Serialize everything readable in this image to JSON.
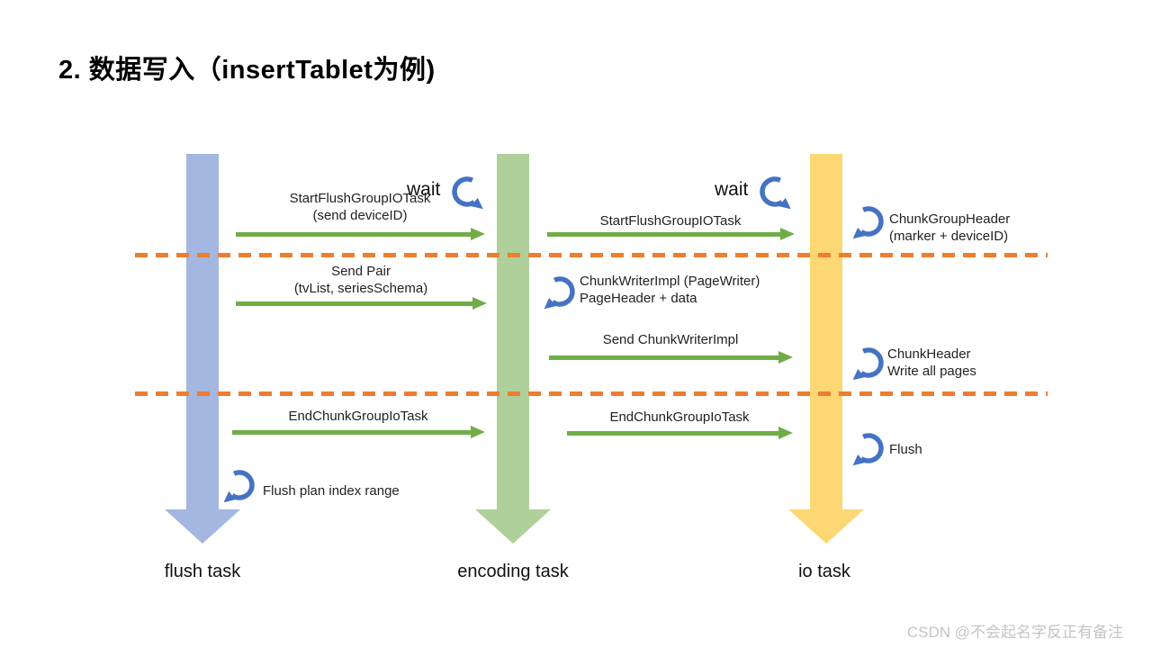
{
  "title": "2.  数据写入（insertTablet为例)",
  "wait_label": "wait",
  "lanes": [
    {
      "label": "flush task"
    },
    {
      "label": "encoding task"
    },
    {
      "label": "io task"
    }
  ],
  "messages": [
    {
      "line1": "StartFlushGroupIOTask",
      "line2": "(send deviceID)"
    },
    {
      "line1": "StartFlushGroupIOTask"
    },
    {
      "line1": "Send Pair",
      "line2": "(tvList,  seriesSchema)"
    },
    {
      "line1": "Send ChunkWriterImpl"
    },
    {
      "line1": "EndChunkGroupIoTask"
    },
    {
      "line1": "EndChunkGroupIoTask"
    }
  ],
  "annotations": [
    {
      "line1": "ChunkGroupHeader",
      "line2": "(marker + deviceID)"
    },
    {
      "line1": "ChunkWriterImpl  (PageWriter)",
      "line2": "PageHeader + data"
    },
    {
      "line1": "ChunkHeader",
      "line2": "Write all pages"
    },
    {
      "line1": "Flush"
    },
    {
      "line1": "Flush plan index range"
    }
  ],
  "watermark": "CSDN @不会起名字反正有备注",
  "colors": {
    "flush_lane": "#a3b7e0",
    "encoding_lane": "#afd09b",
    "io_lane": "#fcd773",
    "message_arrow": "#70AD47",
    "loop_arrow": "#4472C4",
    "phase_divider": "#ED7D31"
  }
}
